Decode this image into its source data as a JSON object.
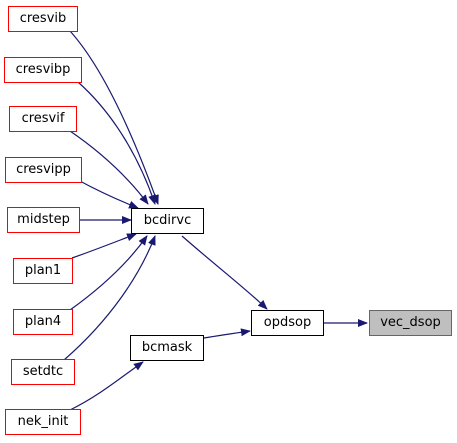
{
  "graph": {
    "edge_color": "#191970",
    "nodes": {
      "cresvib": {
        "label": "cresvib",
        "border": "#ff0000"
      },
      "cresvibp": {
        "label": "cresvibp",
        "border": "#ff0000"
      },
      "cresvif": {
        "label": "cresvif",
        "border": "#ff0000"
      },
      "cresvipp": {
        "label": "cresvipp",
        "border": "#ff0000"
      },
      "midstep": {
        "label": "midstep",
        "border": "#ff0000"
      },
      "plan1": {
        "label": "plan1",
        "border": "#ff0000"
      },
      "plan4": {
        "label": "plan4",
        "border": "#ff0000"
      },
      "setdtc": {
        "label": "setdtc",
        "border": "#ff0000"
      },
      "nek_init": {
        "label": "nek_init",
        "border": "#ff0000"
      },
      "bcdirvc": {
        "label": "bcdirvc",
        "border": "#000000"
      },
      "bcmask": {
        "label": "bcmask",
        "border": "#000000"
      },
      "opdsop": {
        "label": "opdsop",
        "border": "#000000"
      },
      "vec_dsop": {
        "label": "vec_dsop",
        "border": "#666666",
        "fill": "#bfbfbf"
      }
    },
    "edges": [
      {
        "from": "cresvib",
        "to": "bcdirvc"
      },
      {
        "from": "cresvibp",
        "to": "bcdirvc"
      },
      {
        "from": "cresvif",
        "to": "bcdirvc"
      },
      {
        "from": "cresvipp",
        "to": "bcdirvc"
      },
      {
        "from": "midstep",
        "to": "bcdirvc"
      },
      {
        "from": "plan1",
        "to": "bcdirvc"
      },
      {
        "from": "plan4",
        "to": "bcdirvc"
      },
      {
        "from": "setdtc",
        "to": "bcdirvc"
      },
      {
        "from": "nek_init",
        "to": "bcmask"
      },
      {
        "from": "bcdirvc",
        "to": "opdsop"
      },
      {
        "from": "bcmask",
        "to": "opdsop"
      },
      {
        "from": "opdsop",
        "to": "vec_dsop"
      }
    ]
  }
}
